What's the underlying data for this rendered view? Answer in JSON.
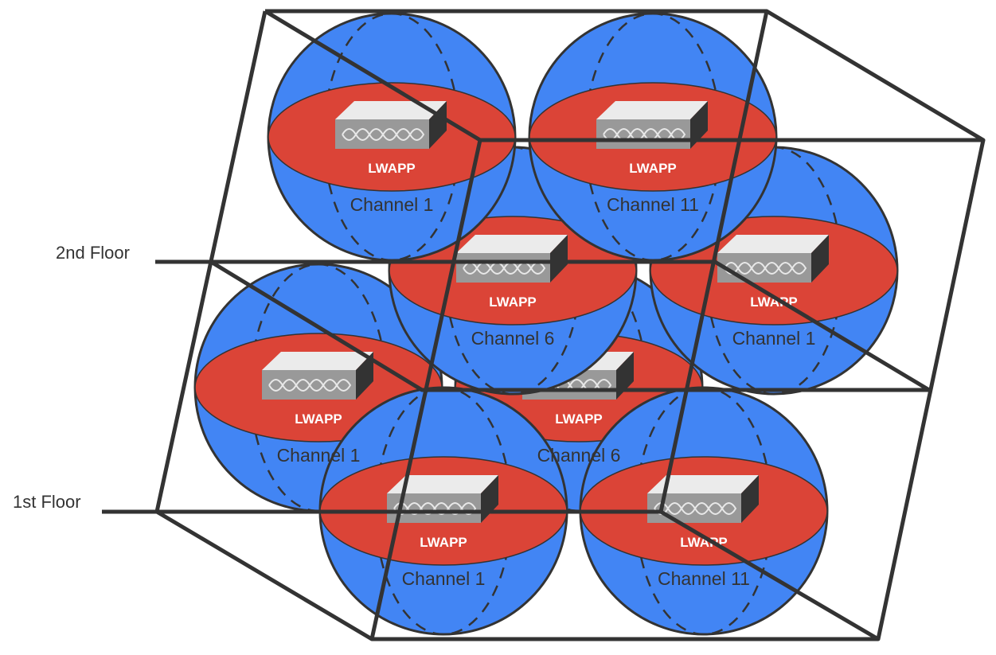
{
  "floors": {
    "second": "2nd Floor",
    "first": "1st Floor"
  },
  "colors": {
    "sphere": "#4285f4",
    "disc": "#db4437",
    "outline": "#333333",
    "ap_top": "#ebebeb",
    "ap_front": "#999999",
    "ap_side": "#333333"
  },
  "access_points": [
    {
      "label": "LWAPP",
      "channel": "Channel 6"
    },
    {
      "label": "LWAPP",
      "channel": "Channel 1"
    },
    {
      "label": "LWAPP",
      "channel": "Channel 6"
    },
    {
      "label": "LWAPP",
      "channel": "Channel 1"
    },
    {
      "label": "LWAPP",
      "channel": "Channel 1"
    },
    {
      "label": "LWAPP",
      "channel": "Channel 11"
    },
    {
      "label": "LWAPP",
      "channel": "Channel 1"
    },
    {
      "label": "LWAPP",
      "channel": "Channel 11"
    }
  ]
}
